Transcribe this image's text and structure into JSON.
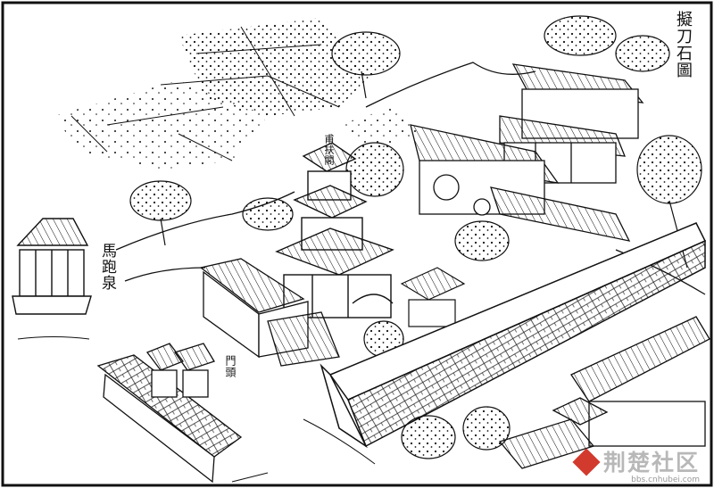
{
  "artwork": {
    "title": "擬刀石圖",
    "labels": {
      "pavilion": "甫扶閣",
      "spring": "馬跑泉",
      "gate": "門頭"
    }
  },
  "watermark": {
    "brand": "荆楚社区",
    "url": "bbs.cnhubei.com",
    "brand_color": "#d23a2e"
  },
  "palette": {
    "ink": "#111111",
    "paper": "#ffffff"
  }
}
